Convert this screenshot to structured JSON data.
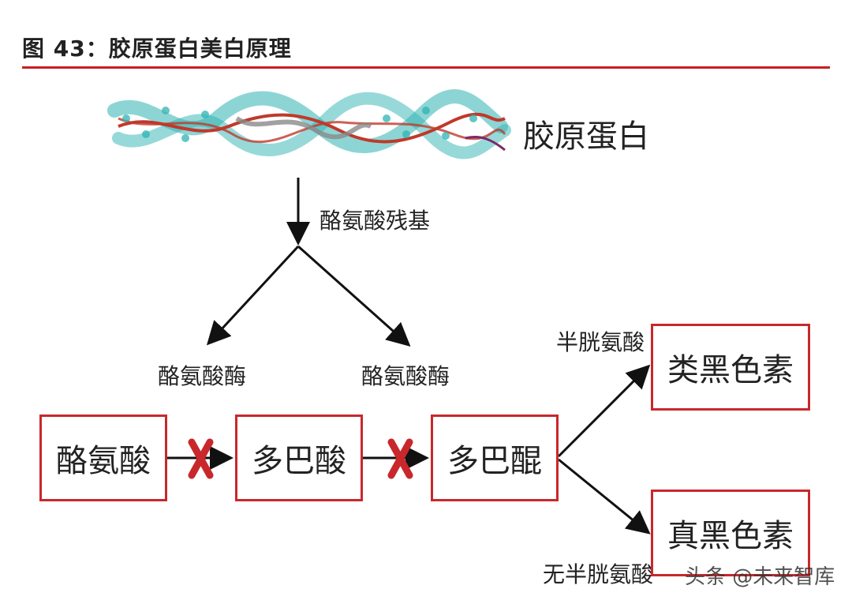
{
  "figure": {
    "title": "图 43：胶原蛋白美白原理"
  },
  "protein": {
    "label": "胶原蛋白"
  },
  "labels": {
    "residue": "酪氨酸残基",
    "enzyme_left": "酪氨酸酶",
    "enzyme_right": "酪氨酸酶",
    "cysteine": "半胱氨酸",
    "no_cysteine": "无半胱氨酸"
  },
  "boxes": {
    "tyrosine": "酪氨酸",
    "dopa": "多巴酸",
    "dopaquinone": "多巴醌",
    "pheomelanin": "类黑色素",
    "eumelanin": "真黑色素"
  },
  "watermark": "头条 @未来智库",
  "colors": {
    "accent_red": "#c8282c",
    "arrow": "#111111",
    "helix_cyan": "#2fb3b3",
    "helix_red": "#c0392b",
    "helix_gray": "#8a8a8a"
  }
}
